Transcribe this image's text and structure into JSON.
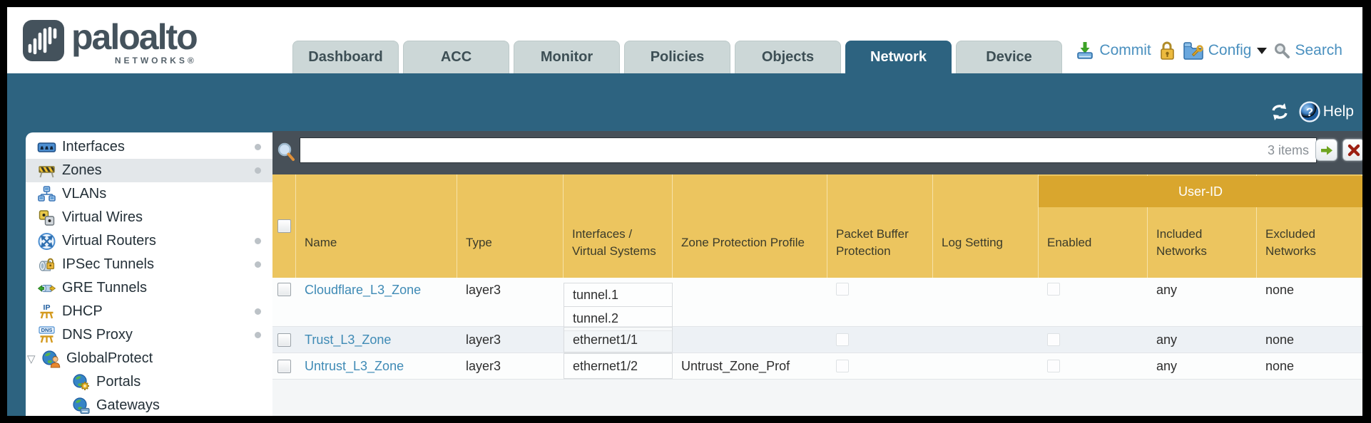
{
  "header": {
    "logo_text": "paloalto",
    "logo_sub": "NETWORKS®",
    "tabs": [
      {
        "label": "Dashboard",
        "active": false
      },
      {
        "label": "ACC",
        "active": false
      },
      {
        "label": "Monitor",
        "active": false
      },
      {
        "label": "Policies",
        "active": false
      },
      {
        "label": "Objects",
        "active": false
      },
      {
        "label": "Network",
        "active": true
      },
      {
        "label": "Device",
        "active": false
      }
    ],
    "actions": {
      "commit_label": "Commit",
      "config_label": "Config",
      "search_label": "Search"
    }
  },
  "banner": {
    "help_label": "Help"
  },
  "sidebar": {
    "items": [
      {
        "label": "Interfaces",
        "icon": "interfaces-icon",
        "dot": true,
        "selected": false
      },
      {
        "label": "Zones",
        "icon": "zones-icon",
        "dot": true,
        "selected": true
      },
      {
        "label": "VLANs",
        "icon": "vlans-icon",
        "dot": false,
        "selected": false
      },
      {
        "label": "Virtual Wires",
        "icon": "virtual-wires-icon",
        "dot": false,
        "selected": false
      },
      {
        "label": "Virtual Routers",
        "icon": "virtual-routers-icon",
        "dot": true,
        "selected": false
      },
      {
        "label": "IPSec Tunnels",
        "icon": "ipsec-tunnels-icon",
        "dot": true,
        "selected": false
      },
      {
        "label": "GRE Tunnels",
        "icon": "gre-tunnels-icon",
        "dot": false,
        "selected": false
      },
      {
        "label": "DHCP",
        "icon": "dhcp-icon",
        "dot": true,
        "selected": false
      },
      {
        "label": "DNS Proxy",
        "icon": "dns-proxy-icon",
        "dot": true,
        "selected": false
      },
      {
        "label": "GlobalProtect",
        "icon": "globalprotect-icon",
        "dot": false,
        "selected": false,
        "expanded": true
      },
      {
        "label": "Portals",
        "icon": "portals-icon",
        "dot": false,
        "selected": false,
        "child": true
      },
      {
        "label": "Gateways",
        "icon": "gateways-icon",
        "dot": false,
        "selected": false,
        "child": true
      }
    ]
  },
  "filterbar": {
    "search_value": "",
    "items_count": "3 items"
  },
  "table": {
    "group_header": "User-ID",
    "columns": [
      "Name",
      "Type",
      "Interfaces / Virtual Systems",
      "Zone Protection Profile",
      "Packet Buffer Protection",
      "Log Setting",
      "Enabled",
      "Included Networks",
      "Excluded Networks"
    ],
    "rows": [
      {
        "name": "Cloudflare_L3_Zone",
        "type": "layer3",
        "interfaces": [
          "tunnel.1",
          "tunnel.2"
        ],
        "zone_protection_profile": "",
        "log_setting": "",
        "included_networks": "any",
        "excluded_networks": "none"
      },
      {
        "name": "Trust_L3_Zone",
        "type": "layer3",
        "interfaces": [
          "ethernet1/1"
        ],
        "zone_protection_profile": "",
        "log_setting": "",
        "included_networks": "any",
        "excluded_networks": "none"
      },
      {
        "name": "Untrust_L3_Zone",
        "type": "layer3",
        "interfaces": [
          "ethernet1/2"
        ],
        "zone_protection_profile": "Untrust_Zone_Prof",
        "log_setting": "",
        "included_networks": "any",
        "excluded_networks": "none"
      }
    ]
  },
  "colors": {
    "teal_band": "#2d6380",
    "slate_toolbar": "#475058",
    "table_header_gold": "#ecc55f",
    "userid_band_gold": "#d9a62e",
    "link_blue": "#3e8ab5",
    "action_link_blue": "#4a90bf",
    "inactive_tab": "#ccd7d7"
  }
}
